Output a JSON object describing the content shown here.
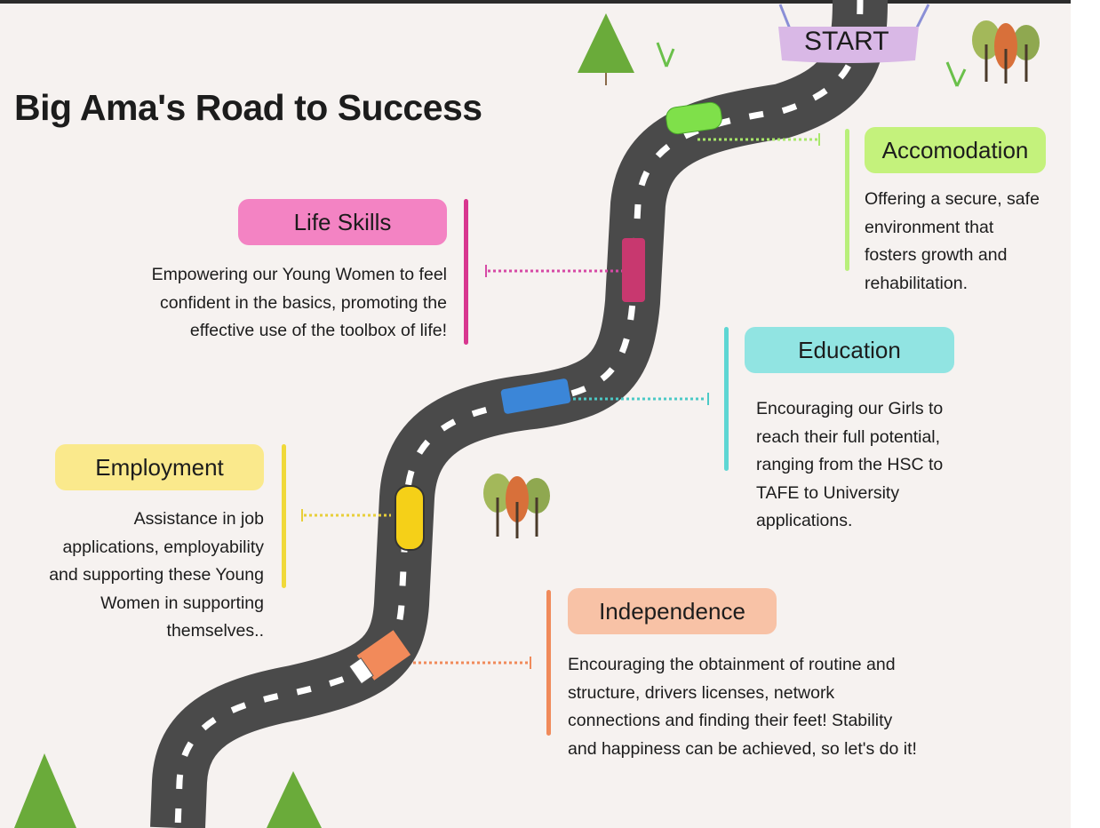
{
  "title": "Big Ama's Road to Success",
  "start_label": "START",
  "colors": {
    "road": "#4a4a4a",
    "background": "#f6f2f0",
    "life_skills": "#f383c3",
    "accomodation": "#c4f27c",
    "education": "#91e4e2",
    "employment": "#fae98c",
    "independence": "#f8c2a6"
  },
  "sections": {
    "accomodation": {
      "label": "Accomodation",
      "lines": [
        "Offering a secure, safe",
        "environment that",
        "fosters growth and",
        "rehabilitation."
      ]
    },
    "life_skills": {
      "label": "Life Skills",
      "lines": [
        "Empowering our Young Women to feel",
        "confident  in the basics, promoting the",
        "effective use of the toolbox of life!"
      ]
    },
    "education": {
      "label": "Education",
      "lines": [
        "Encouraging our Girls to",
        "reach their full potential,",
        "ranging from the HSC to",
        "TAFE to University",
        "applications."
      ]
    },
    "employment": {
      "label": "Employment",
      "lines": [
        "Assistance in job",
        "applications, employability",
        "and supporting these Young",
        "Women in supporting",
        "themselves.."
      ]
    },
    "independence": {
      "label": "Independence",
      "lines": [
        "Encouraging the obtainment of routine and",
        "structure, drivers licenses, network",
        "connections and finding their feet! Stability",
        "and happiness can be achieved, so let's do it!"
      ]
    }
  }
}
